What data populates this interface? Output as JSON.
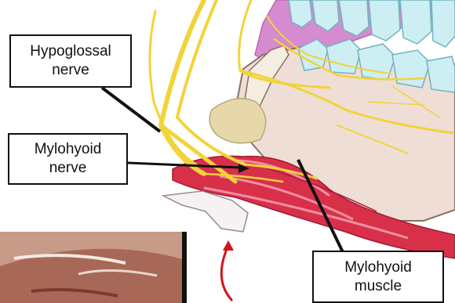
{
  "labels": {
    "hypoglossal_nerve": {
      "line1": "Hypoglossal",
      "line2": "nerve"
    },
    "mylohyoid_nerve": {
      "line1": "Mylohyoid",
      "line2": "nerve"
    },
    "mylohyoid_muscle": {
      "line1": "Mylohyoid",
      "line2": "muscle"
    }
  },
  "colors": {
    "nerve": "#f2d33a",
    "muscle": "#d9304a",
    "bone": "#eeded5",
    "teeth": "#cdeef2",
    "gum": "#d68ad0",
    "leader_line": "#111111",
    "arrow": "#d2151d"
  }
}
